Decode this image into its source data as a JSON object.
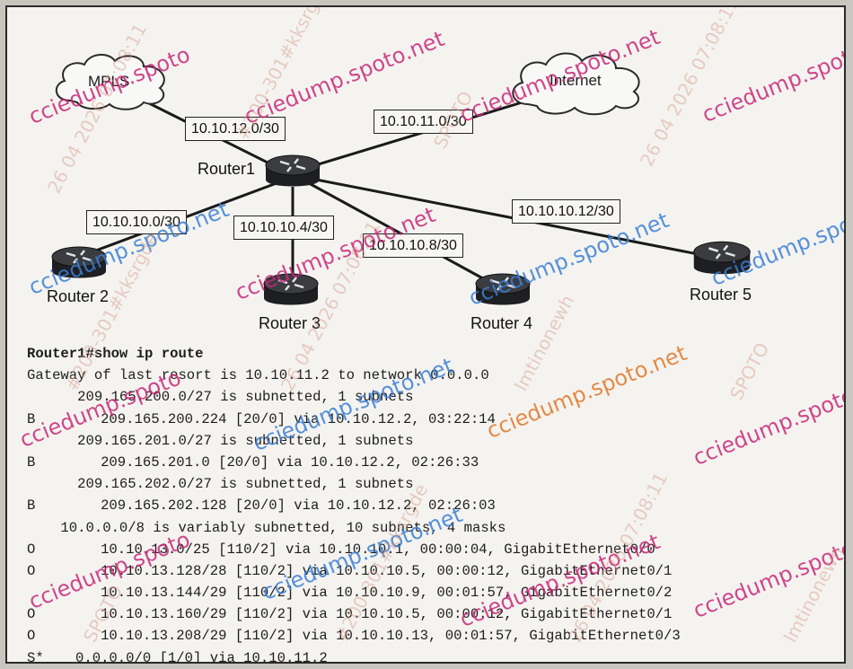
{
  "diagram": {
    "clouds": {
      "mpls": "MPLS",
      "internet": "Internet"
    },
    "routers": {
      "router1": "Router1",
      "router2": "Router 2",
      "router3": "Router 3",
      "router4": "Router 4",
      "router5": "Router 5"
    },
    "subnets": {
      "mpls_link": "10.10.12.0/30",
      "internet_link": "10.10.11.0/30",
      "r2_link": "10.10.10.0/30",
      "r3_link": "10.10.10.4/30",
      "r4_link": "10.10.10.8/30",
      "r5_link": "10.10.10.12/30"
    }
  },
  "cli": {
    "command": "Router1#show ip route",
    "lines": [
      {
        "code": "",
        "text": "Gateway of last resort is 10.10.11.2 to network 0.0.0.0"
      },
      {
        "code": "",
        "text": "      209.165.200.0/27 is subnetted, 1 subnets"
      },
      {
        "code": "B",
        "text": "   209.165.200.224 [20/0] via 10.10.12.2, 03:22:14"
      },
      {
        "code": "",
        "text": "      209.165.201.0/27 is subnetted, 1 subnets"
      },
      {
        "code": "B",
        "text": "   209.165.201.0 [20/0] via 10.10.12.2, 02:26:33"
      },
      {
        "code": "",
        "text": "      209.165.202.0/27 is subnetted, 1 subnets"
      },
      {
        "code": "B",
        "text": "   209.165.202.128 [20/0] via 10.10.12.2, 02:26:03"
      },
      {
        "code": "",
        "text": "    10.0.0.0/8 is variably subnetted, 10 subnets, 4 masks"
      },
      {
        "code": "O",
        "text": "   10.10.13.0/25 [110/2] via 10.10.10.1, 00:00:04, GigabitEthernet0/0"
      },
      {
        "code": "O",
        "text": "   10.10.13.128/28 [110/2] via 10.10.10.5, 00:00:12, GigabitEthernet0/1"
      },
      {
        "code": "",
        "text": "   10.10.13.144/29 [110/2] via 10.10.10.9, 00:01:57, GigabitEthernet0/2"
      },
      {
        "code": "O",
        "text": "   10.10.13.160/29 [110/2] via 10.10.10.5, 00:00:12, GigabitEthernet0/1"
      },
      {
        "code": "O",
        "text": "   10.10.13.208/29 [110/2] via 10.10.10.13, 00:01:57, GigabitEthernet0/3"
      },
      {
        "code": "S*",
        "text": "0.0.0.0/0 [1/0] via 10.10.11.2"
      }
    ]
  },
  "watermark": {
    "brand": "cciedump.spoto.net",
    "brand_short": "cciedump.spoto",
    "id_text": "#200-301#kksrgde",
    "date_text": "26 04 2026 07:08:11",
    "org_text": "SPOTO",
    "user_text": "lmtinonewh"
  }
}
